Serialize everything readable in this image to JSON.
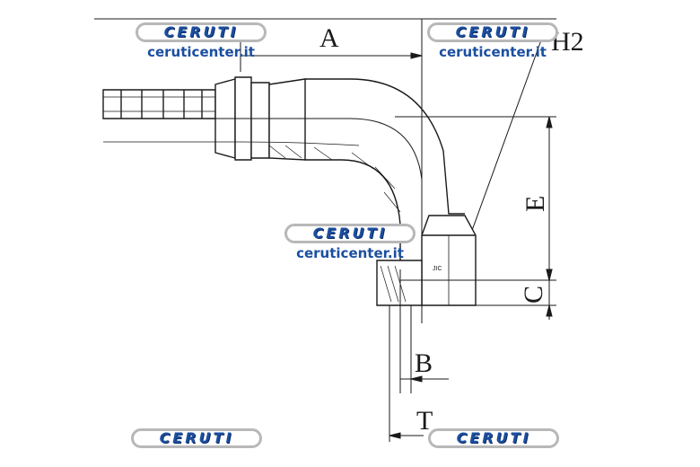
{
  "dimensions": {
    "a": "A",
    "h2": "H2",
    "e": "E",
    "c": "C",
    "b": "B",
    "t": "T"
  },
  "part_marking": "JIC",
  "watermarks": [
    {
      "brand": "CERUTI",
      "url": "ceruticenter.it"
    },
    {
      "brand": "CERUTI",
      "url": "ceruticenter.it"
    },
    {
      "brand": "CERUTI",
      "url": "ceruticenter.it"
    },
    {
      "brand": "CERUTI"
    },
    {
      "brand": "CERUTI"
    }
  ],
  "colors": {
    "line": "#1a1a1a",
    "brand_blue": "#1b4fa0",
    "badge_border": "#b8b8b8"
  }
}
